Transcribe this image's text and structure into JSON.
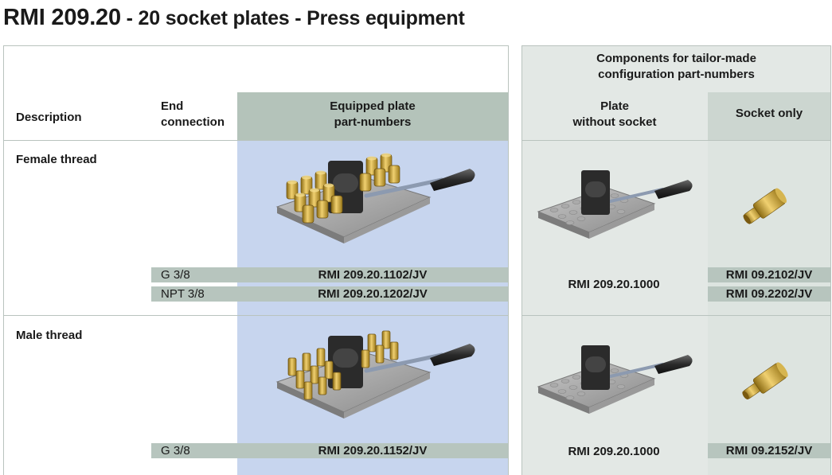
{
  "title": {
    "code": "RMI 209.20",
    "rest": " - 20 socket plates - Press equipment"
  },
  "header": {
    "description": "Description",
    "end_connection_1": "End",
    "end_connection_2": "connection",
    "equipped_1": "Equipped plate",
    "equipped_2": "part-numbers",
    "components_1": "Components for tailor-made",
    "components_2": "configuration part-numbers",
    "plate_1": "Plate",
    "plate_2": "without socket",
    "socket_only": "Socket only"
  },
  "sections": [
    {
      "label": "Female thread",
      "rows": [
        {
          "connection": "G 3/8",
          "part": "RMI 209.20.1102/JV",
          "socket": "RMI 09.2102/JV"
        },
        {
          "connection": "NPT 3/8",
          "part": "RMI 209.20.1202/JV",
          "socket": "RMI 09.2202/JV"
        }
      ],
      "plate": "RMI 209.20.1000"
    },
    {
      "label": "Male thread",
      "rows": [
        {
          "connection": "G 3/8",
          "part": "RMI 209.20.1152/JV",
          "socket": "RMI 09.2152/JV"
        }
      ],
      "plate": "RMI 209.20.1000"
    }
  ],
  "colors": {
    "equipped_header": "#b4c3ba",
    "equipped_column": "#c7d5ee",
    "components_bg": "#e3e8e5",
    "row_band": "#b7c5be",
    "brass": "#c9a236"
  }
}
